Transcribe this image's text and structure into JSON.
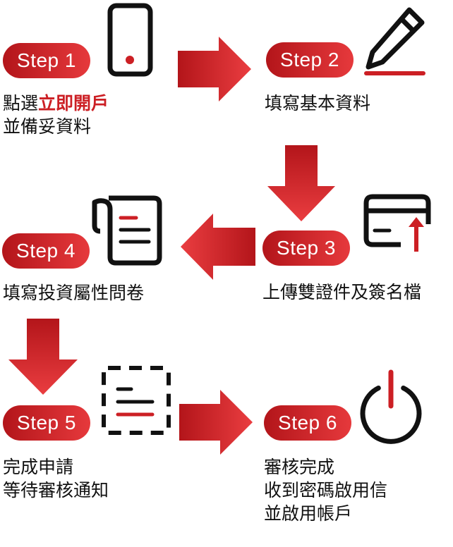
{
  "colors": {
    "accent": "#cc1f24",
    "pill_gradient_start": "#b3151a",
    "pill_gradient_end": "#e6393c",
    "icon_stroke": "#111111",
    "text": "#111111"
  },
  "steps": [
    {
      "label": "Step 1",
      "icon": "smartphone-icon",
      "lines": [
        {
          "before": "點選",
          "highlight": "立即開戶",
          "after": ""
        },
        {
          "before": "並備妥資料",
          "highlight": "",
          "after": ""
        }
      ]
    },
    {
      "label": "Step 2",
      "icon": "pen-icon",
      "lines": [
        {
          "before": "填寫基本資料",
          "highlight": "",
          "after": ""
        }
      ]
    },
    {
      "label": "Step 3",
      "icon": "card-upload-icon",
      "lines": [
        {
          "before": "上傳雙證件及簽名檔",
          "highlight": "",
          "after": ""
        }
      ]
    },
    {
      "label": "Step 4",
      "icon": "document-icon",
      "lines": [
        {
          "before": "填寫投資屬性問卷",
          "highlight": "",
          "after": ""
        }
      ]
    },
    {
      "label": "Step 5",
      "icon": "dashed-document-icon",
      "lines": [
        {
          "before": "完成申請",
          "highlight": "",
          "after": ""
        },
        {
          "before": "等待審核通知",
          "highlight": "",
          "after": ""
        }
      ]
    },
    {
      "label": "Step 6",
      "icon": "power-icon",
      "lines": [
        {
          "before": "審核完成",
          "highlight": "",
          "after": ""
        },
        {
          "before": "收到密碼啟用信",
          "highlight": "",
          "after": ""
        },
        {
          "before": "並啟用帳戶",
          "highlight": "",
          "after": ""
        }
      ]
    }
  ],
  "arrows": [
    {
      "from": "Step 1",
      "to": "Step 2",
      "direction": "right"
    },
    {
      "from": "Step 2",
      "to": "Step 3",
      "direction": "down"
    },
    {
      "from": "Step 3",
      "to": "Step 4",
      "direction": "left"
    },
    {
      "from": "Step 4",
      "to": "Step 5",
      "direction": "down"
    },
    {
      "from": "Step 5",
      "to": "Step 6",
      "direction": "right"
    }
  ]
}
